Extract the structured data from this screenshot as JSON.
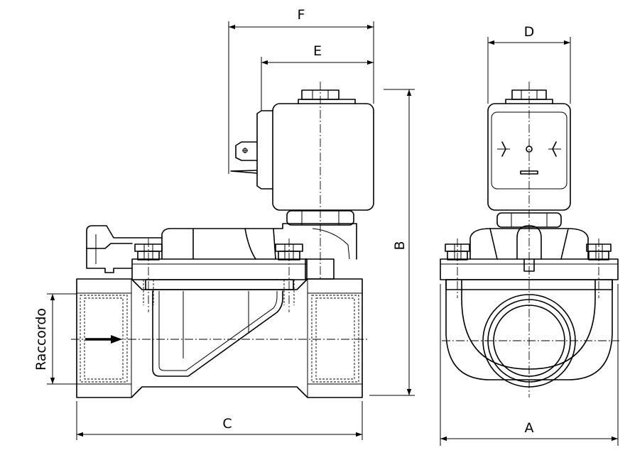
{
  "labels": {
    "A": "A",
    "B": "B",
    "C": "C",
    "D": "D",
    "E": "E",
    "F": "F",
    "connection": "Raccordo"
  },
  "colors": {
    "line": "#000000",
    "background": "#ffffff"
  }
}
